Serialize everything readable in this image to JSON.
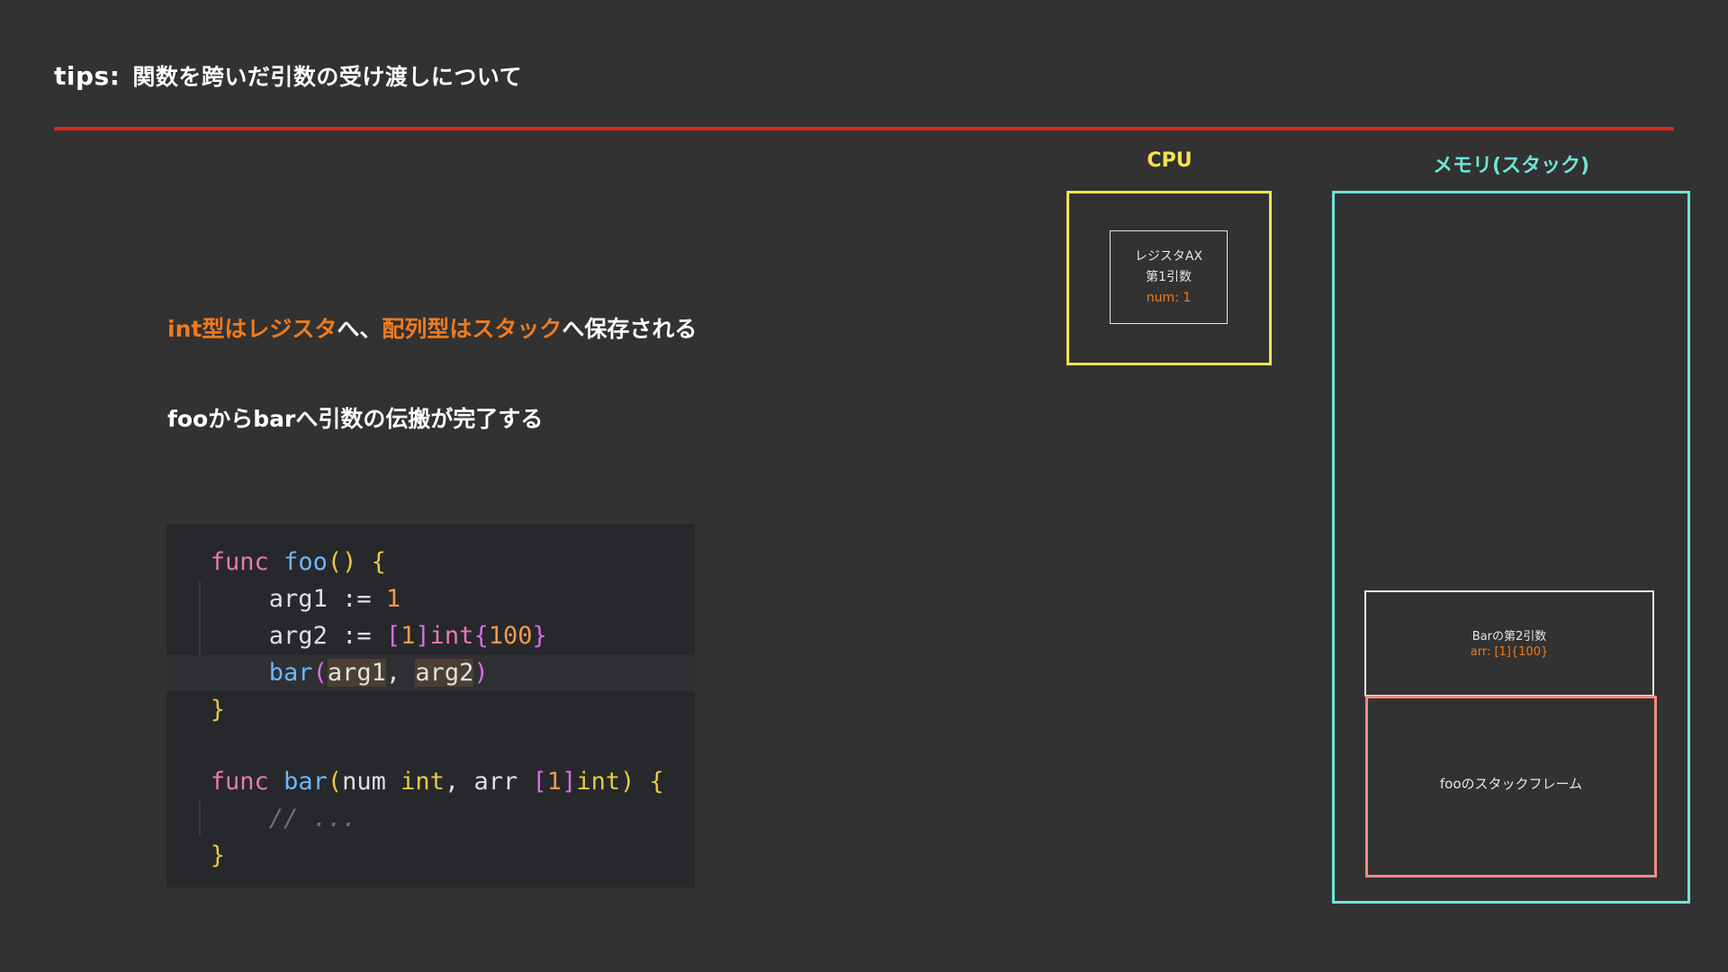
{
  "title": {
    "prefix": "tips:",
    "text": "関数を跨いだ引数の受け渡しについて"
  },
  "statement1": {
    "part1": "int型はレジスタ",
    "part2": "へ、",
    "part3": "配列型はスタック",
    "part4": "へ保存される"
  },
  "statement2": "fooからbarへ引数の伝搬が完了する",
  "code": {
    "line1": {
      "kw": "func",
      "fn": "foo",
      "open": "()",
      "brace": "{"
    },
    "line2": {
      "ident": "arg1",
      "op": ":=",
      "num": "1"
    },
    "line3": {
      "ident": "arg2",
      "op": ":=",
      "lb": "[",
      "size": "1",
      "rb": "]",
      "type": "int",
      "lc": "{",
      "val": "100",
      "rc": "}"
    },
    "line4": {
      "fn": "bar",
      "lp": "(",
      "a1": "arg1",
      "comma": ",",
      "a2": "arg2",
      "rp": ")"
    },
    "line5": {
      "brace": "}"
    },
    "line7": {
      "kw": "func",
      "fn": "bar",
      "lp": "(",
      "p1": "num",
      "t1": "int",
      "comma": ",",
      "p2": "arr",
      "lb": "[",
      "size": "1",
      "rb": "]",
      "t2": "int",
      "rp": ")",
      "brace": "{"
    },
    "line8": {
      "comment": "// ..."
    },
    "line9": {
      "brace": "}"
    }
  },
  "cpu": {
    "label": "CPU",
    "register": {
      "name": "レジスタAX",
      "slot": "第1引数",
      "value": "num: 1"
    }
  },
  "memory": {
    "label": "メモリ(スタック)",
    "bar_arg": {
      "title": "Barの第2引数",
      "value": "arr: [1]{100}"
    },
    "foo_frame": "fooのスタックフレーム"
  },
  "colors": {
    "background": "#323232",
    "accent_red": "#d9281e",
    "orange": "#f07a1e",
    "cpu_yellow": "#f5e34f",
    "memory_cyan": "#6fe3d8",
    "frame_salmon": "#ee8b82"
  }
}
